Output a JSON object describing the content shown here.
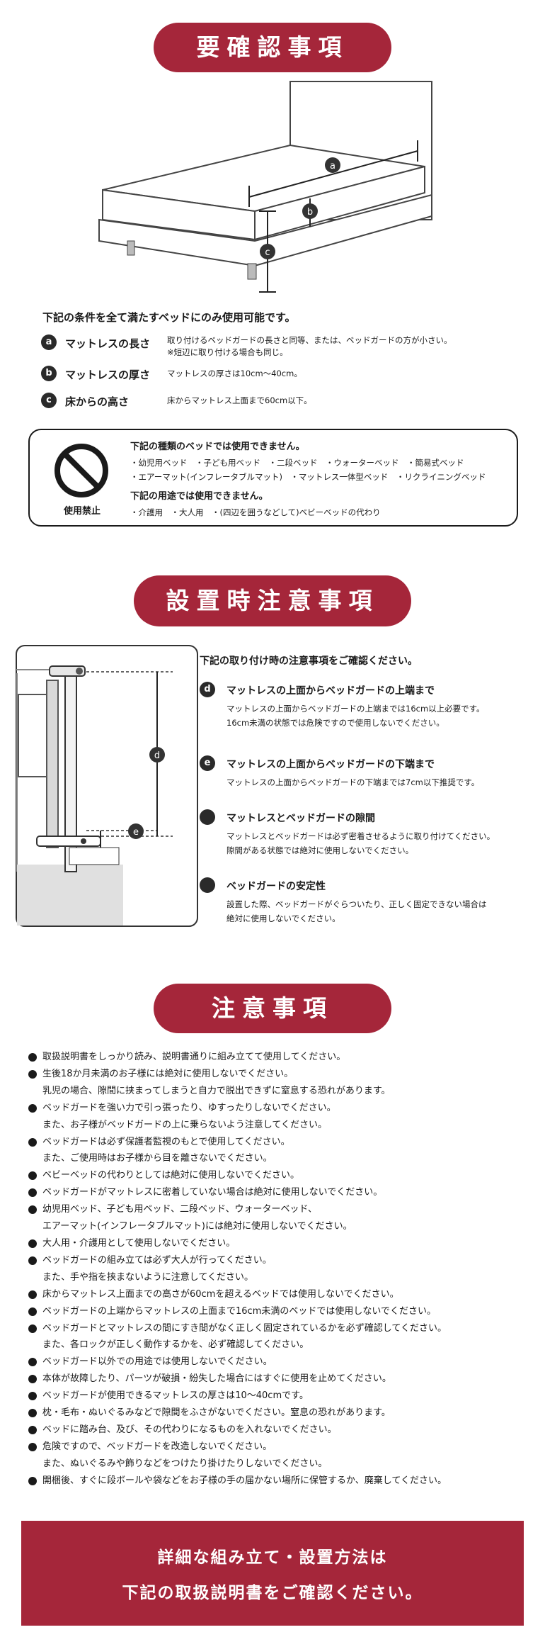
{
  "section1": {
    "title": "要確認事項",
    "diagram_labels": {
      "a": "a",
      "b": "b",
      "c": "c"
    },
    "conditions_title": "下記の条件を全て満たすベッドにのみ使用可能です。",
    "conditions": [
      {
        "badge": "a",
        "label": "マットレスの長さ",
        "desc": "取り付けるベッドガードの長さと同等、または、ベッドガードの方が小さい。",
        "desc2": "※短辺に取り付ける場合も同じ。"
      },
      {
        "badge": "b",
        "label": "マットレスの厚さ",
        "desc": "マットレスの厚さは10cm〜40cm。",
        "desc2": ""
      },
      {
        "badge": "c",
        "label": "床からの高さ",
        "desc": "床からマットレス上面まで60cm以下。",
        "desc2": ""
      }
    ],
    "prohibition": {
      "label": "使用禁止",
      "heading1": "下記の種類のベッドでは使用できません。",
      "line1": "・幼児用ベッド　・子ども用ベッド　・二段ベッド　・ウォーターベッド　・簡易式ベッド",
      "line2": "・エアーマット(インフレータブルマット)　・マットレス一体型ベッド　・リクライニングベッド",
      "heading2": "下記の用途では使用できません。",
      "line3": "・介護用　・大人用　・(四辺を囲うなどして)ベビーベッドの代わり"
    }
  },
  "section2": {
    "title": "設置時注意事項",
    "intro": "下記の取り付け時の注意事項をご確認ください。",
    "diagram_labels": {
      "d": "d",
      "e": "e"
    },
    "items": [
      {
        "badge": "d",
        "head": "マットレスの上面からベッドガードの上端まで",
        "body1": "マットレスの上面からベッドガードの上端までは16cm以上必要です。",
        "body2": "16cm未満の状態では危険ですので使用しないでください。"
      },
      {
        "badge": "e",
        "head": "マットレスの上面からベッドガードの下端まで",
        "body1": "マットレスの上面からベッドガードの下端までは7cm以下推奨です。",
        "body2": ""
      },
      {
        "badge": "",
        "head": "マットレスとベッドガードの隙間",
        "body1": "マットレスとベッドガードは必ず密着させるように取り付けてください。",
        "body2": "隙間がある状態では絶対に使用しないでください。"
      },
      {
        "badge": "",
        "head": "ベッドガードの安定性",
        "body1": "設置した際、ベッドガードがぐらついたり、正しく固定できない場合は",
        "body2": "絶対に使用しないでください。"
      }
    ]
  },
  "section3": {
    "title": "注意事項",
    "lines": [
      {
        "bullet": true,
        "text": "取扱説明書をしっかり読み、説明書通りに組み立てて使用してください。"
      },
      {
        "bullet": true,
        "text": "生後18か月未満のお子様には絶対に使用しないでください。"
      },
      {
        "bullet": false,
        "text": "乳児の場合、隙間に挟まってしまうと自力で脱出できずに窒息する恐れがあります。"
      },
      {
        "bullet": true,
        "text": "ベッドガードを強い力で引っ張ったり、ゆすったりしないでください。"
      },
      {
        "bullet": false,
        "text": "また、お子様がベッドガードの上に乗らないよう注意してください。"
      },
      {
        "bullet": true,
        "text": "ベッドガードは必ず保護者監視のもとで使用してください。"
      },
      {
        "bullet": false,
        "text": "また、ご使用時はお子様から目を離さないでください。"
      },
      {
        "bullet": true,
        "text": "ベビーベッドの代わりとしては絶対に使用しないでください。"
      },
      {
        "bullet": true,
        "text": "ベッドガードがマットレスに密着していない場合は絶対に使用しないでください。"
      },
      {
        "bullet": true,
        "text": "幼児用ベッド、子ども用ベッド、二段ベッド、ウォーターベッド、"
      },
      {
        "bullet": false,
        "text": "エアーマット(インフレータブルマット)には絶対に使用しないでください。"
      },
      {
        "bullet": true,
        "text": "大人用・介護用として使用しないでください。"
      },
      {
        "bullet": true,
        "text": "ベッドガードの組み立ては必ず大人が行ってください。"
      },
      {
        "bullet": false,
        "text": "また、手や指を挟まないように注意してください。"
      },
      {
        "bullet": true,
        "text": "床からマットレス上面までの高さが60cmを超えるベッドでは使用しないでください。"
      },
      {
        "bullet": true,
        "text": "ベッドガードの上端からマットレスの上面まで16cm未満のベッドでは使用しないでください。"
      },
      {
        "bullet": true,
        "text": "ベッドガードとマットレスの間にすき間がなく正しく固定されているかを必ず確認してください。"
      },
      {
        "bullet": false,
        "text": "また、各ロックが正しく動作するかを、必ず確認してください。"
      },
      {
        "bullet": true,
        "text": "ベッドガード以外での用途では使用しないでください。"
      },
      {
        "bullet": true,
        "text": "本体が故障したり、パーツが破損・紛失した場合にはすぐに使用を止めてください。"
      },
      {
        "bullet": true,
        "text": "ベッドガードが使用できるマットレスの厚さは10〜40cmです。"
      },
      {
        "bullet": true,
        "text": "枕・毛布・ぬいぐるみなどで隙間をふさがないでください。窒息の恐れがあります。"
      },
      {
        "bullet": true,
        "text": "ベッドに踏み台、及び、その代わりになるものを入れないでください。"
      },
      {
        "bullet": true,
        "text": "危険ですので、ベッドガードを改造しないでください。"
      },
      {
        "bullet": false,
        "text": "また、ぬいぐるみや飾りなどをつけたり掛けたりしないでください。"
      },
      {
        "bullet": true,
        "text": "開梱後、すぐに段ボールや袋などをお子様の手の届かない場所に保管するか、廃棄してください。"
      }
    ]
  },
  "footer": {
    "line1": "詳細な組み立て・設置方法は",
    "line2": "下記の取扱説明書をご確認ください。"
  },
  "colors": {
    "accent": "#a5263a",
    "text": "#1a1a1a"
  }
}
